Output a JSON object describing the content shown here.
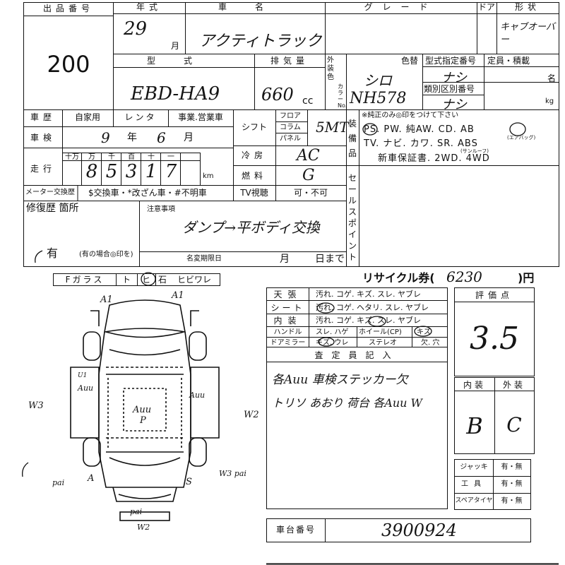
{
  "header": {
    "lot_number_label": "出品番号",
    "lot_number": "200",
    "year_label": "年式",
    "year_value": "29",
    "month_suffix": "月",
    "car_name_label": "車名",
    "car_name": "アクティトラック",
    "grade_label": "グレード",
    "door_label": "ドア",
    "shape_label": "形状",
    "shape_value": "キャブオーバー",
    "model_label": "型式",
    "model_code": "EBD-HA9",
    "displacement_label": "排気量",
    "displacement_value": "660",
    "displacement_unit": "cc",
    "exterior_color_label": "外装色",
    "color_no_label": "カラーNo.",
    "color_value": "シロ",
    "color_code": "NH578",
    "color_change_label": "色替",
    "color_change_value": "ナシ",
    "type_designation_label": "型式指定番号",
    "class_number_label": "類別区別番号",
    "class_number_value": "ナシ",
    "capacity_label": "定員・積載",
    "capacity_person_unit": "名",
    "capacity_kg_unit": "kg"
  },
  "details": {
    "history_label": "車歴",
    "history_options": [
      "自家用",
      "レンタ",
      "事業.営業車"
    ],
    "inspection_label": "車検",
    "inspection_year": "9",
    "inspection_year_unit": "年",
    "inspection_month": "6",
    "inspection_month_unit": "月",
    "mileage_label": "走行",
    "mileage_units": [
      "十万",
      "万",
      "千",
      "百",
      "十",
      "一"
    ],
    "mileage_digits": [
      "8",
      "5",
      "3",
      "1",
      "7"
    ],
    "mileage_unit": "km",
    "meter_label": "メーター交換歴",
    "meter_options": "$交換車・*改ざん車・#不明車",
    "shift_label": "シフト",
    "shift_options": [
      "フロア",
      "コラム",
      "パネル"
    ],
    "shift_value": "5MT",
    "ac_label": "冷房",
    "ac_value": "AC",
    "fuel_label": "燃料",
    "fuel_value": "G",
    "tv_label": "TV視聴",
    "tv_options": "可・不可",
    "equipment_label": "装備品",
    "equipment_note": "※純正のみ◎印をつけて下さい",
    "equipment_line1": "PS. PW. 純AW. CD. AB",
    "equipment_ab_note": "(エアバッグ)",
    "equipment_line2": "TV. ナビ. カワ. SR. ABS",
    "equipment_sr_note": "(サンルーフ)",
    "equipment_line3": "新車保証書. 2WD. 4WD",
    "sales_point_label": "セールスポイント",
    "repair_label": "修復歴 箇所",
    "repair_value": "有",
    "repair_note": "(有の場合◎印を)",
    "notes_label": "注意事項",
    "notes_text": "ダンプ→平ボディ交換",
    "name_change_label": "名変期限日",
    "name_change_month": "月",
    "name_change_day": "日まで"
  },
  "glass": {
    "label": "Fガラス",
    "options": [
      "ト",
      "ヒ",
      "石",
      "ヒビワレ"
    ]
  },
  "recycle": {
    "label": "リサイクル券(",
    "value": "6230",
    "unit": ")円"
  },
  "interior": {
    "rows": [
      {
        "label": "天張",
        "options": "汚れ. コゲ. キズ. スレ. ヤブレ"
      },
      {
        "label": "シート",
        "options": "汚れ. コゲ. ヘタリ. スレ. ヤブレ"
      },
      {
        "label": "内装",
        "options": "汚れ. コゲ. キズ. スレ. ヤブレ"
      },
      {
        "label": "ハンドル",
        "options": "スレ. ハゲ",
        "extra": "ホイール(CP)",
        "extra2": "キズ"
      },
      {
        "label": "ドアミラー",
        "options": "キズ. ウレ",
        "extra": "ステレオ",
        "extra2": "欠. 穴"
      }
    ]
  },
  "inspector": {
    "label": "査定員記入",
    "line1": "各Auu 車検ステッカー欠",
    "line2": "トリソ あおり 荷台 各Auu W"
  },
  "score": {
    "label": "評価点",
    "value": "3.5",
    "interior_label": "内装",
    "exterior_label": "外装",
    "interior_value": "B",
    "exterior_value": "C"
  },
  "tools": [
    {
      "label": "ジャッキ",
      "options": "有・無"
    },
    {
      "label": "工具",
      "options": "有・無"
    },
    {
      "label": "スペアタイヤ",
      "options": "有・無"
    }
  ],
  "chassis": {
    "label": "車台番号",
    "value": "3900924"
  },
  "diagram_marks": {
    "a1_left": "A1",
    "a1_right": "A1",
    "u1_left": "U1",
    "left_side": "Auu",
    "right_side": "Auu",
    "center_code": "Auu",
    "center_p": "P",
    "left_outer": "W3",
    "right_outer": "W2",
    "left_bottom": "pai",
    "left_a": "A",
    "right_s": "S",
    "right_bottom": "W3 pai",
    "rear1": "pai",
    "rear2": "W2"
  }
}
